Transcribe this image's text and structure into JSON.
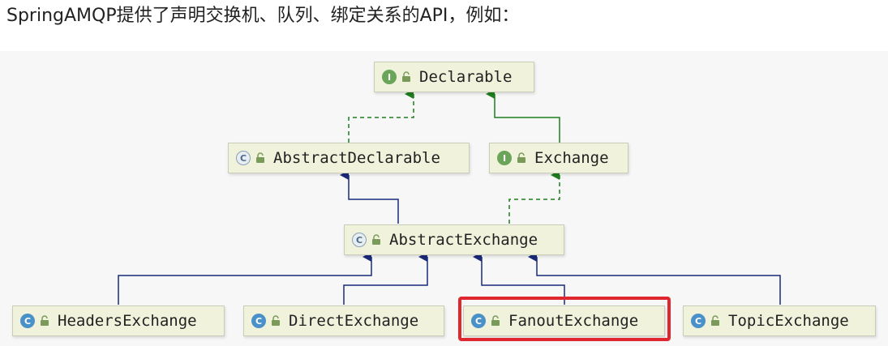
{
  "intro_text": "SpringAMQP提供了声明交换机、队列、绑定关系的API，例如：",
  "colors": {
    "interface_edge": "#1e7e1e",
    "class_edge": "#1a2a7a",
    "highlight": "#e0262f",
    "node_fill": "#f0f2dc"
  },
  "nodes": {
    "declarable": {
      "label": "Declarable",
      "icon": "interface-icon",
      "badge": "I"
    },
    "abstract_declarable": {
      "label": "AbstractDeclarable",
      "icon": "abstract-class-icon",
      "badge": "C"
    },
    "exchange": {
      "label": "Exchange",
      "icon": "interface-icon",
      "badge": "I"
    },
    "abstract_exchange": {
      "label": "AbstractExchange",
      "icon": "abstract-class-icon",
      "badge": "C"
    },
    "headers_exchange": {
      "label": "HeadersExchange",
      "icon": "class-icon",
      "badge": "C"
    },
    "direct_exchange": {
      "label": "DirectExchange",
      "icon": "class-icon",
      "badge": "C"
    },
    "fanout_exchange": {
      "label": "FanoutExchange",
      "icon": "class-icon",
      "badge": "C",
      "highlighted": true
    },
    "topic_exchange": {
      "label": "TopicExchange",
      "icon": "class-icon",
      "badge": "C"
    }
  },
  "edges": [
    {
      "from": "abstract_declarable",
      "to": "declarable",
      "kind": "implements"
    },
    {
      "from": "exchange",
      "to": "declarable",
      "kind": "extends-interface"
    },
    {
      "from": "abstract_exchange",
      "to": "abstract_declarable",
      "kind": "extends"
    },
    {
      "from": "abstract_exchange",
      "to": "exchange",
      "kind": "implements"
    },
    {
      "from": "headers_exchange",
      "to": "abstract_exchange",
      "kind": "extends"
    },
    {
      "from": "direct_exchange",
      "to": "abstract_exchange",
      "kind": "extends"
    },
    {
      "from": "fanout_exchange",
      "to": "abstract_exchange",
      "kind": "extends"
    },
    {
      "from": "topic_exchange",
      "to": "abstract_exchange",
      "kind": "extends"
    }
  ]
}
